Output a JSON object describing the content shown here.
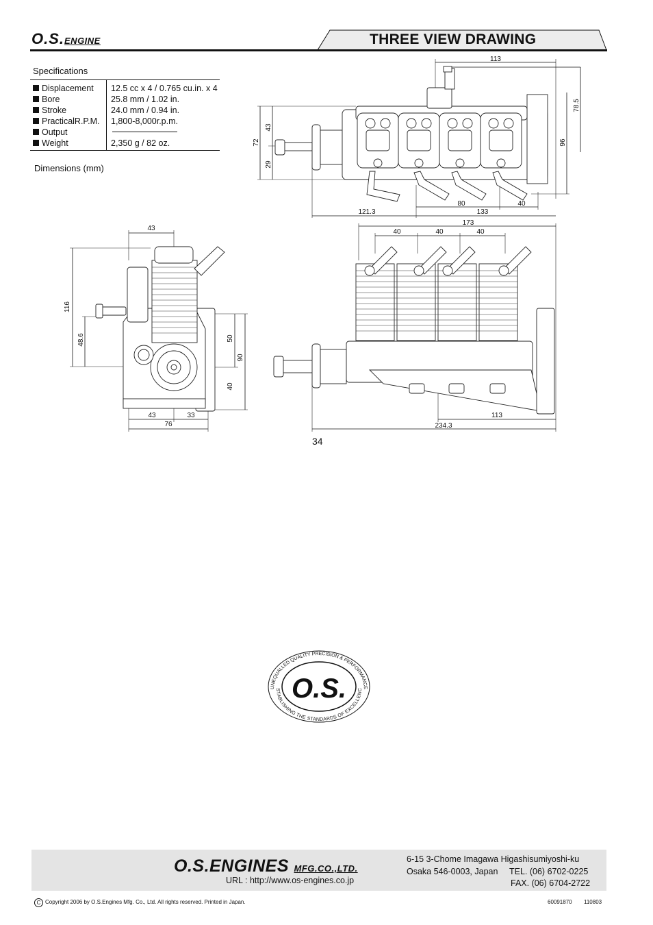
{
  "header": {
    "logo_main": "O.S.",
    "logo_sub": "ENGINE",
    "title": "THREE VIEW DRAWING"
  },
  "specifications": {
    "heading": "Specifications",
    "rows": [
      {
        "label": "Displacement",
        "value": "12.5 cc x 4 / 0.765 cu.in. x 4"
      },
      {
        "label": "Bore",
        "value": "25.8 mm / 1.02 in."
      },
      {
        "label": "Stroke",
        "value": "24.0 mm / 0.94 in."
      },
      {
        "label": "PracticalR.P.M.",
        "value": "1,800-8,000r.p.m."
      },
      {
        "label": "Output",
        "value": ""
      },
      {
        "label": "Weight",
        "value": "2,350 g / 82 oz."
      }
    ],
    "dimensions_heading": "Dimensions (mm)"
  },
  "drawing": {
    "top_view": {
      "dims": {
        "width_top": "113",
        "h_78_5": "78.5",
        "h_96": "96",
        "h_43": "43",
        "h_72": "72",
        "h_29": "29",
        "w_121_3": "121.3",
        "w_80": "80",
        "w_133": "133",
        "w_40": "40"
      }
    },
    "front_view": {
      "dims": {
        "w_43_top": "43",
        "h_116": "116",
        "h_48_6": "48.6",
        "h_50": "50",
        "h_90": "90",
        "h_40": "40",
        "w_43_bottom": "43",
        "w_33": "33",
        "w_76": "76"
      }
    },
    "side_view": {
      "dims": {
        "w_173": "173",
        "w_40_a": "40",
        "w_40_b": "40",
        "w_40_c": "40",
        "w_113": "113",
        "w_234_3": "234.3"
      }
    }
  },
  "page_number": "34",
  "seal": {
    "center_text": "O.S.",
    "top_text": "UNEQUALLED QUALITY  PRECISION & PERFORMANCE",
    "bottom_text": "ESTABLISHING THE STANDARDS OF EXCELLENCE"
  },
  "footer": {
    "company_main": "O.S.ENGINES",
    "company_suffix": "MFG.CO.,LTD.",
    "url": "URL : http://www.os-engines.co.jp",
    "address_line1": "6-15 3-Chome Imagawa Higashisumiyoshi-ku",
    "address_line2": "Osaka 546-0003, Japan",
    "tel": "TEL. (06) 6702-0225",
    "fax": "FAX. (06) 6704-2722",
    "copyright": "Copyright 2006 by O.S.Engines Mfg. Co., Ltd. All rights reserved. Printed in Japan.",
    "doc_code": "60091870",
    "doc_date": "110803"
  }
}
